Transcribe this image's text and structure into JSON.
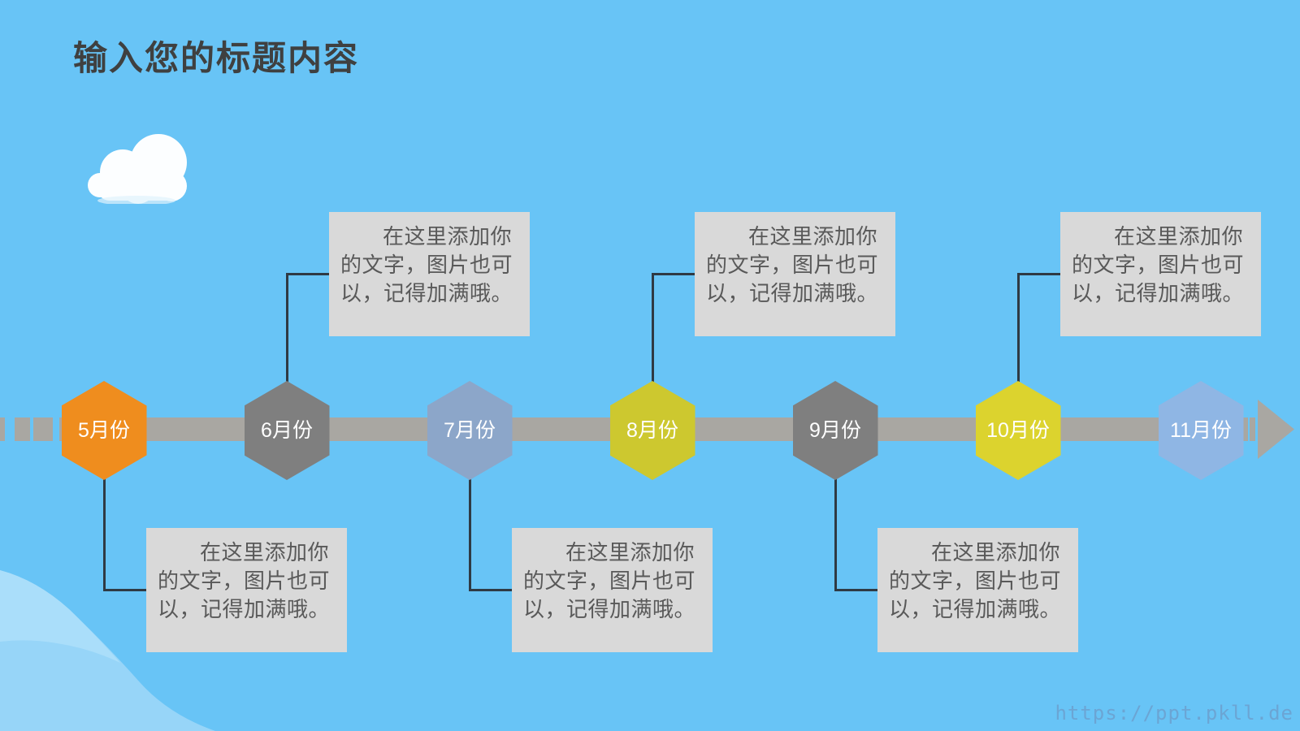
{
  "page": {
    "title": "输入您的标题内容",
    "watermark": "https://ppt.pkll.de"
  },
  "colors": {
    "sky": "#68C4F6",
    "bar": "#A9A7A2",
    "connector": "#2F3A44",
    "box_bg": "#D9D9D9",
    "box_text": "#595959",
    "title_text": "#3F4040",
    "hex_label_text": "#FFFFFF",
    "cloud": "#FCFEFF",
    "hill": "#97D5F8",
    "hill_highlight": "#AADEFA"
  },
  "timeline": {
    "note_lines": [
      "在这里添加你",
      "的文字，图片也可",
      "以，记得加满哦。"
    ],
    "note_full_text": "在这里添加你的文字，图片也可以，记得加满哦。",
    "items": [
      {
        "label": "5月份",
        "color": "#EF8D1E",
        "note": "below"
      },
      {
        "label": "6月份",
        "color": "#7F7F7F",
        "note": "above"
      },
      {
        "label": "7月份",
        "color": "#8CA6C9",
        "note": "below"
      },
      {
        "label": "8月份",
        "color": "#CDC82F",
        "note": "above"
      },
      {
        "label": "9月份",
        "color": "#7F7F7F",
        "note": "below"
      },
      {
        "label": "10月份",
        "color": "#DCD32E",
        "note": "above"
      },
      {
        "label": "11月份",
        "color": "#8FB6E4",
        "note": "none"
      }
    ]
  }
}
